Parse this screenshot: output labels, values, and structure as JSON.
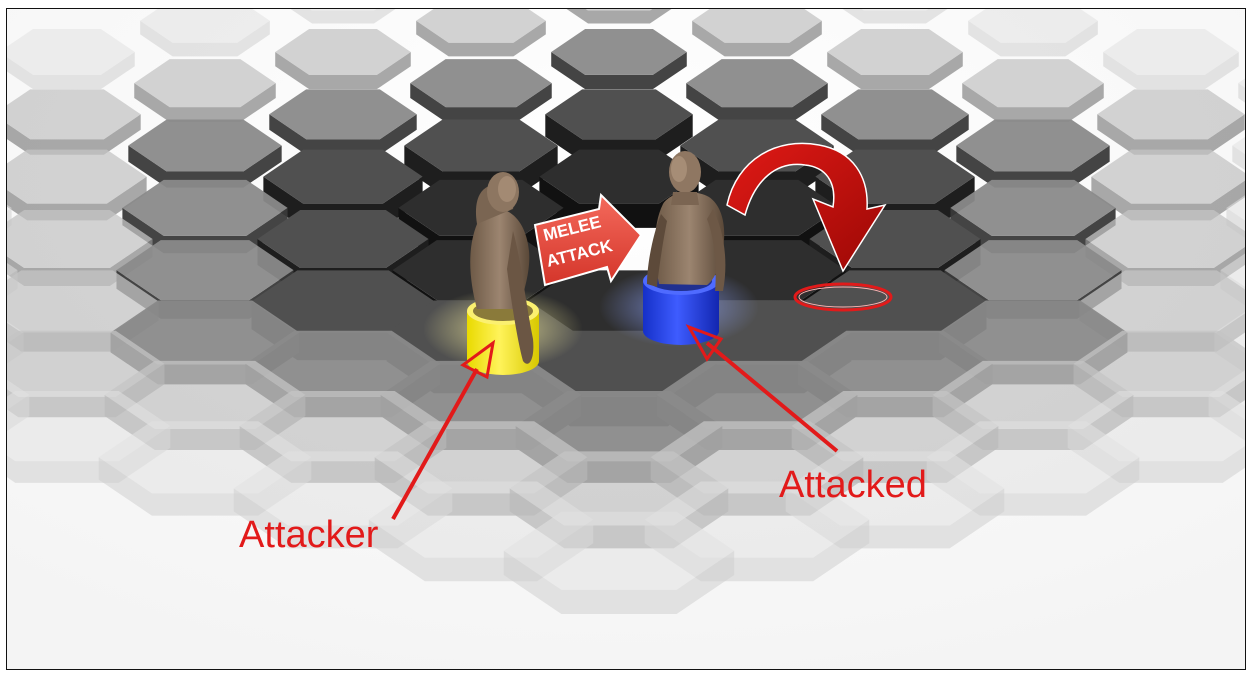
{
  "labels": {
    "melee_line1": "MELEE",
    "melee_line2": "ATTACK",
    "attacker": "Attacker",
    "attacked": "Attacked"
  },
  "colors": {
    "attacker_base": "#f2e40b",
    "attacked_base": "#1f3bd9",
    "annotation_red": "#e21a1a",
    "melee_arrow": "#e8463a",
    "curved_arrow": "#c8100e"
  },
  "icons": {
    "attacker_figure": "human-torso-figure",
    "attacked_figure": "human-torso-figure",
    "melee_arrow": "right-arrow",
    "move_arrow": "curved-arrow-down",
    "target_ring": "red-ring"
  }
}
